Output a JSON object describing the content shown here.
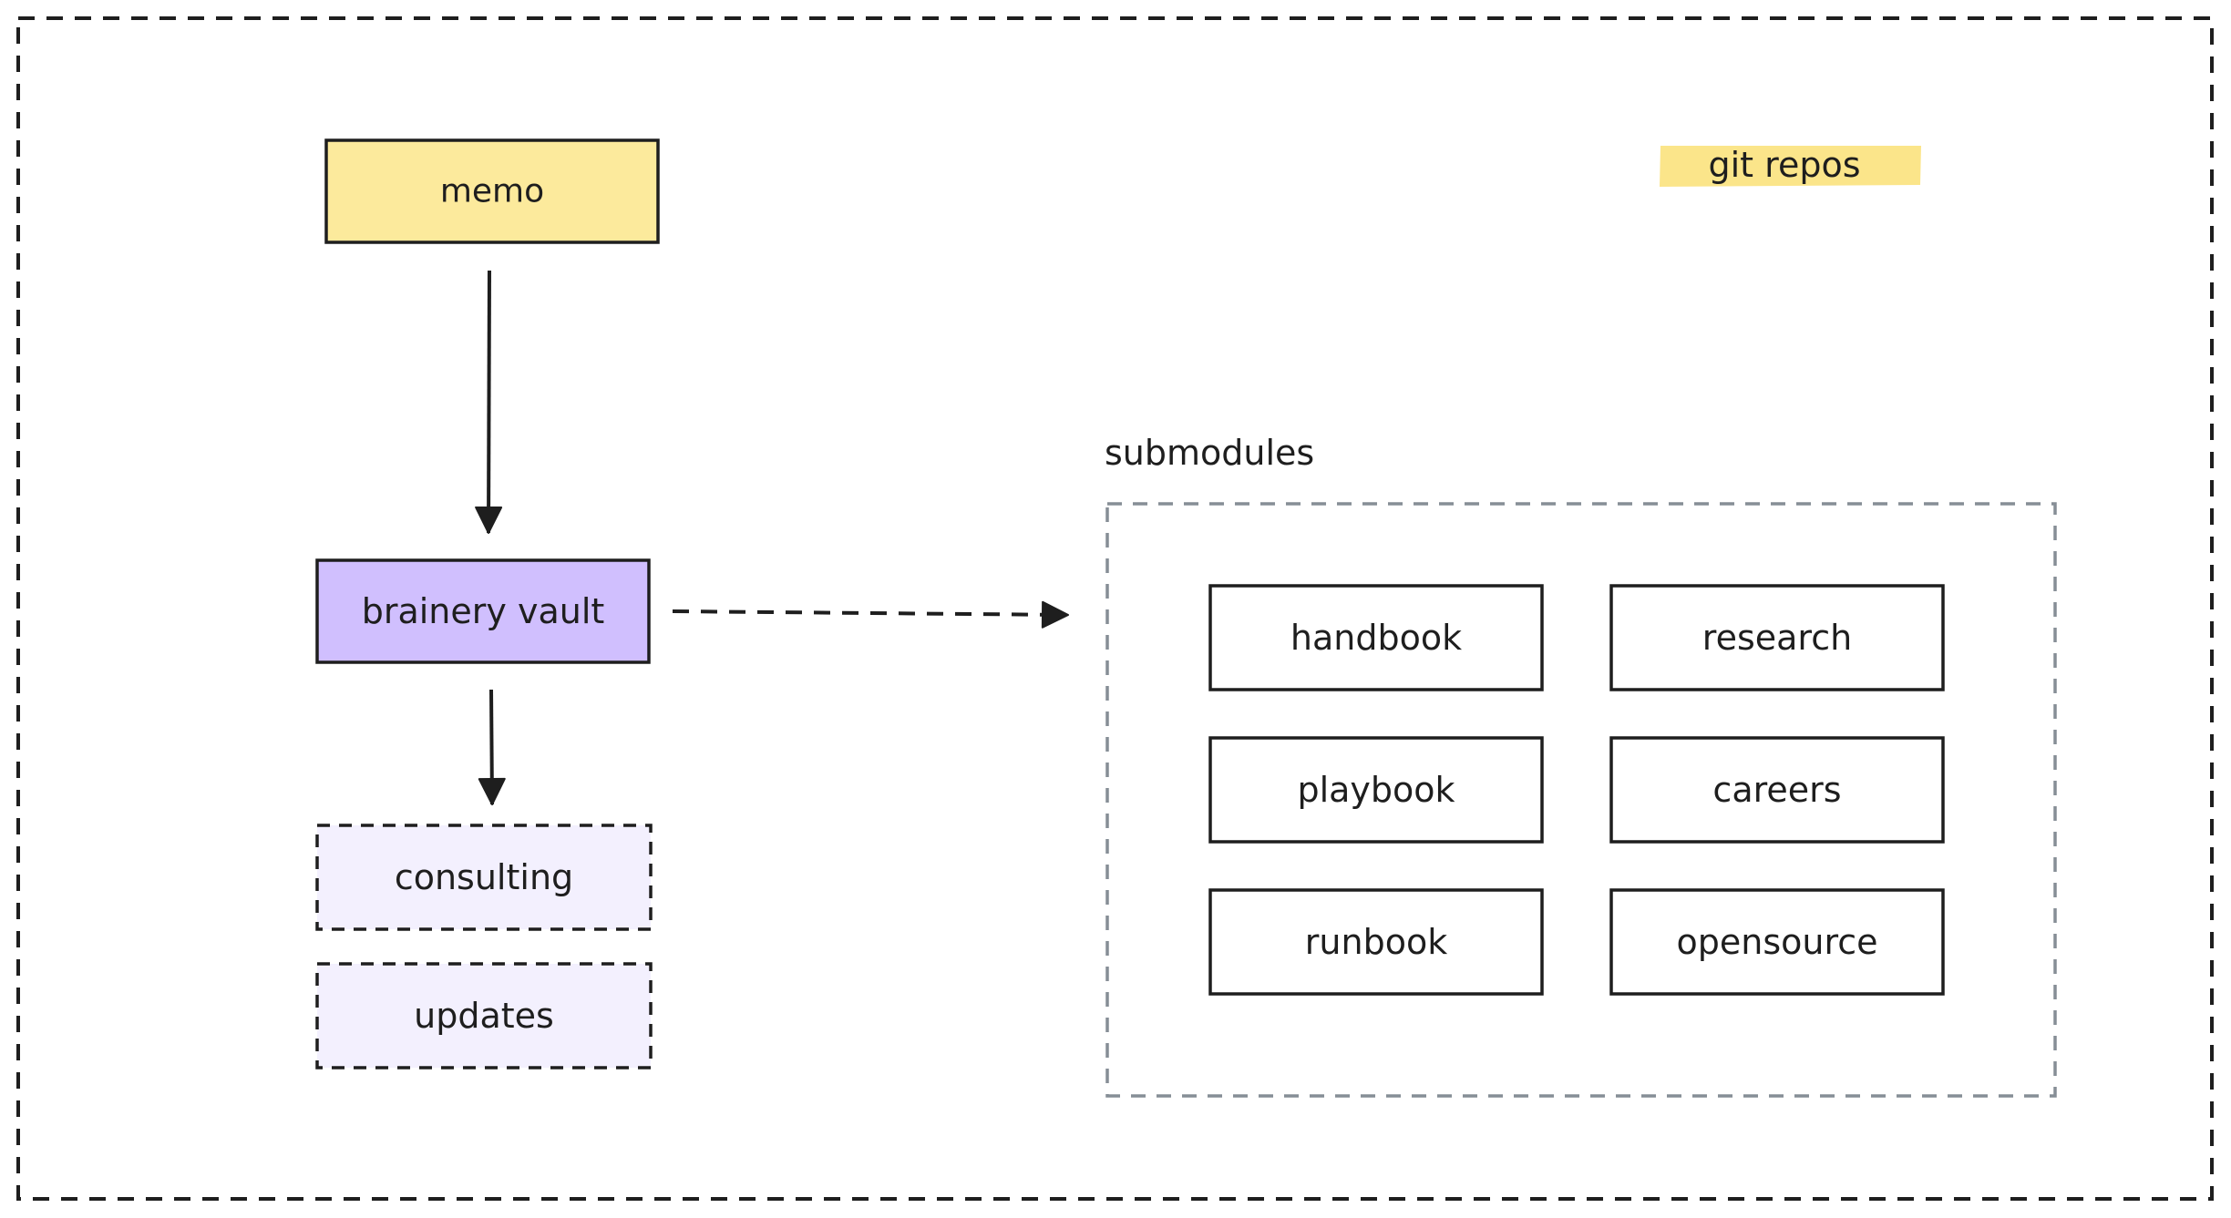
{
  "colors": {
    "memo_fill": "#fcea9c",
    "vault_fill": "#d0bffe",
    "output_fill": "#f3f0fe",
    "highlight": "#fbe58a",
    "stroke": "#1e1e1e",
    "submodules_border": "#868e96"
  },
  "nodes": {
    "memo": "memo",
    "vault": "brainery vault",
    "consulting": "consulting",
    "updates": "updates"
  },
  "tag": {
    "label": "git repos"
  },
  "submodules": {
    "title": "submodules",
    "items": [
      "handbook",
      "research",
      "playbook",
      "careers",
      "runbook",
      "opensource"
    ]
  }
}
